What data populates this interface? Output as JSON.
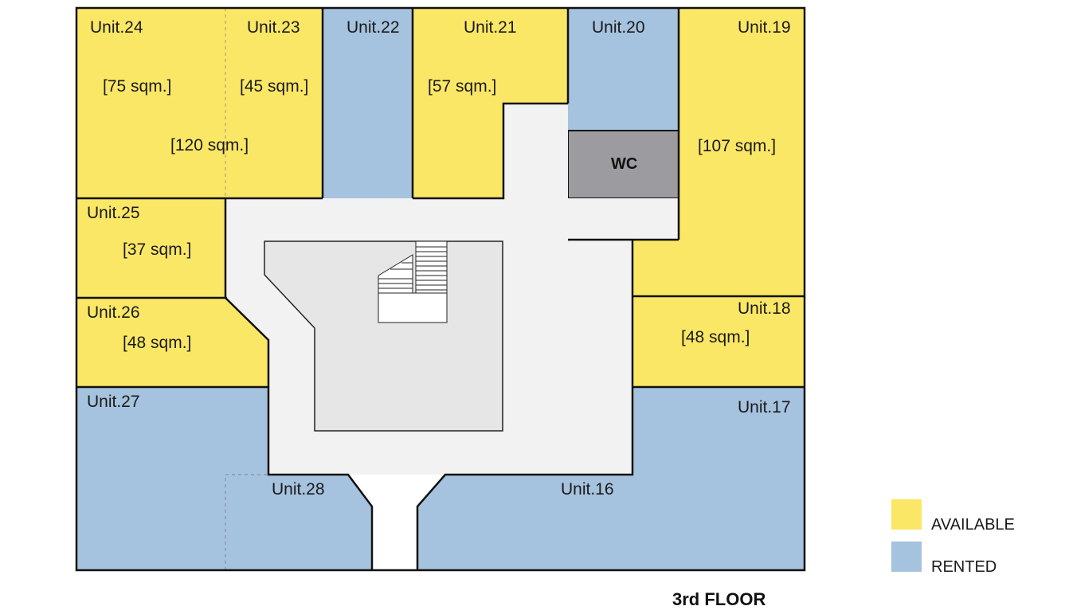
{
  "colors": {
    "available": "#fbe766",
    "rented": "#a5c2de",
    "wc": "#9c9ca0",
    "corridor": "#f2f2f2",
    "stair": "#e6e6e6",
    "outline": "#111111"
  },
  "units": {
    "u24": {
      "name": "Unit.24",
      "area": "[75 sqm.]",
      "combined_area": "[120 sqm.]",
      "status": "available"
    },
    "u23": {
      "name": "Unit.23",
      "area": "[45 sqm.]",
      "status": "available"
    },
    "u22": {
      "name": "Unit.22",
      "status": "rented"
    },
    "u21": {
      "name": "Unit.21",
      "area": "[57 sqm.]",
      "status": "available"
    },
    "u20": {
      "name": "Unit.20",
      "status": "rented"
    },
    "u19": {
      "name": "Unit.19",
      "area": "[107 sqm.]",
      "status": "available"
    },
    "u25": {
      "name": "Unit.25",
      "area": "[37 sqm.]",
      "status": "available"
    },
    "u26": {
      "name": "Unit.26",
      "area": "[48 sqm.]",
      "status": "available"
    },
    "u18": {
      "name": "Unit.18",
      "area": "[48 sqm.]",
      "status": "available"
    },
    "u27": {
      "name": "Unit.27",
      "status": "rented"
    },
    "u17": {
      "name": "Unit.17",
      "status": "rented"
    },
    "u28": {
      "name": "Unit.28",
      "status": "rented"
    },
    "u16": {
      "name": "Unit.16",
      "status": "rented"
    }
  },
  "wc_label": "WC",
  "legend": {
    "available_label": "AVAILABLE",
    "rented_label": "RENTED"
  },
  "footer": "3rd FLOOR"
}
